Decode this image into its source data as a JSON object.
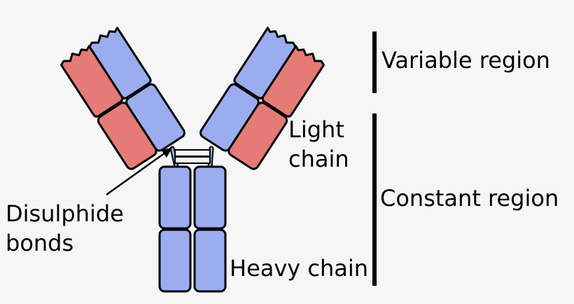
{
  "labels": {
    "variable_region": "Variable region",
    "constant_region": "Constant region",
    "light_chain_line1": "Light",
    "light_chain_line2": "chain",
    "heavy_chain": "Heavy chain",
    "disulphide_line1": "Disulphide",
    "disulphide_line2": "bonds"
  },
  "colors": {
    "background": "#f6f6f6",
    "heavy_chain_fill": "#9bacef",
    "light_chain_fill": "#e47b76",
    "outline": "#000000"
  }
}
